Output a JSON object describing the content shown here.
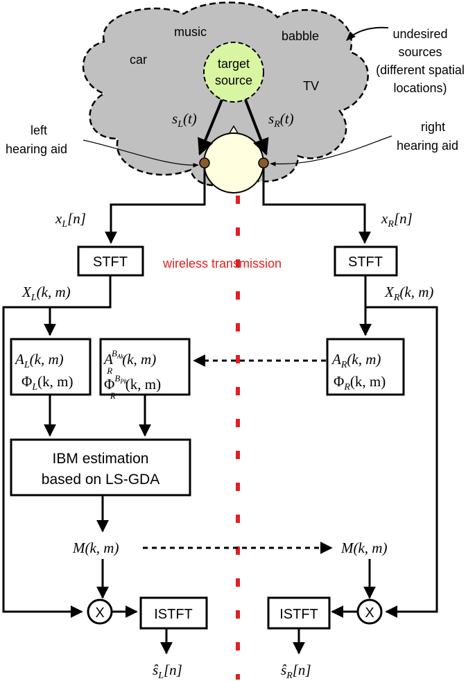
{
  "scene": {
    "noise_labels": [
      "music",
      "babble",
      "car",
      "TV"
    ],
    "target": [
      "target",
      "source"
    ],
    "undesired": [
      "undesired",
      "sources",
      "(different spatial",
      "locations)"
    ],
    "left_aid": [
      "left",
      "hearing aid"
    ],
    "right_aid": [
      "right",
      "hearing aid"
    ],
    "signals": {
      "left": "s",
      "left_sub": "L",
      "left_arg": "(t)",
      "right": "s",
      "right_sub": "R",
      "right_arg": "(t)"
    }
  },
  "labels": {
    "xL": "x",
    "xL_sub": "L",
    "xL_arg": "[n]",
    "xR": "x",
    "xR_sub": "R",
    "xR_arg": "[n]",
    "XL": "X",
    "XL_sub": "L",
    "XL_arg": "(k, m)",
    "XR": "X",
    "XR_sub": "R",
    "XR_arg": "(k, m)",
    "M_left": "M(k, m)",
    "M_right": "M(k, m)",
    "sL": "ŝ",
    "sL_sub": "L",
    "sL_arg": "[n]",
    "sR": "ŝ",
    "sR_sub": "R",
    "sR_arg": "[n]"
  },
  "boxes": {
    "stft_left": "STFT",
    "stft_right": "STFT",
    "feat_left": {
      "a": "A",
      "a_sub": "L",
      "a_arg": "(k, m)",
      "phi": "Φ",
      "phi_sub": "L",
      "phi_arg": "(k, m)"
    },
    "feat_remote": {
      "a": "A",
      "a_sub": "R",
      "a_sup": "B",
      "a_sup2": "Ak",
      "a_arg": "(k, m)",
      "phi": "Φ",
      "phi_sub": "R",
      "phi_sup": "B",
      "phi_sup2": "Pk",
      "phi_arg": "(k, m)"
    },
    "feat_right": {
      "a": "A",
      "a_sub": "R",
      "a_arg": "(k, m)",
      "phi": "Φ",
      "phi_sub": "R",
      "phi_arg": "(k, m)"
    },
    "ibm": [
      "IBM estimation",
      "based on LS-GDA"
    ],
    "mult_left": "X",
    "mult_right": "X",
    "istft_left": "ISTFT",
    "istft_right": "ISTFT"
  },
  "wireless": "wireless transmission",
  "colors": {
    "cloud": "#c0c0c0",
    "target": "#d8f5a2",
    "head": "#ffffe0",
    "mic": "#8b5a2b",
    "wireless": "#e02020"
  }
}
